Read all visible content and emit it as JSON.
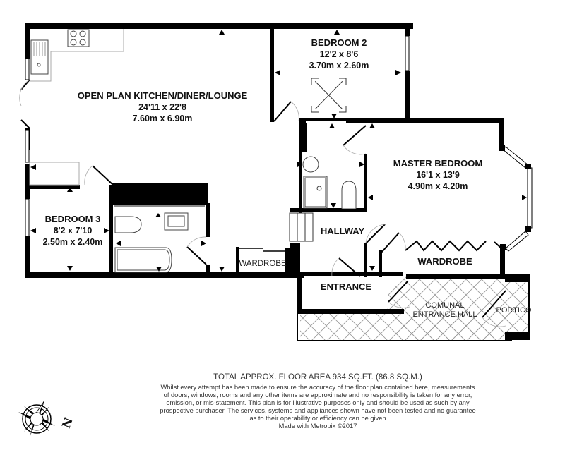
{
  "rooms": {
    "kitchen": {
      "name": "OPEN PLAN KITCHEN/DINER/LOUNGE",
      "dim_imperial": "24'11 x 22'8",
      "dim_metric": "7.60m x 6.90m"
    },
    "bedroom2": {
      "name": "BEDROOM 2",
      "dim_imperial": "12'2 x 8'6",
      "dim_metric": "3.70m x 2.60m"
    },
    "master": {
      "name": "MASTER BEDROOM",
      "dim_imperial": "16'1 x 13'9",
      "dim_metric": "4.90m x 4.20m"
    },
    "bedroom3": {
      "name": "BEDROOM 3",
      "dim_imperial": "8'2 x 7'10",
      "dim_metric": "2.50m x 2.40m"
    },
    "hallway": {
      "name": "HALLWAY"
    },
    "wardrobe_small": {
      "name": "WARDROBE"
    },
    "wardrobe_master": {
      "name": "WARDROBE"
    },
    "entrance": {
      "name": "ENTRANCE"
    },
    "communal": {
      "name_line1": "COMUNAL",
      "name_line2": "ENTRANCE HALL"
    },
    "portico": {
      "name": "PORTICO"
    }
  },
  "footer": {
    "total_area": "TOTAL APPROX. FLOOR AREA 934 SQ.FT. (86.8 SQ.M.)",
    "disclaimer_lines": [
      "Whilst every attempt has been made to ensure the accuracy of the floor plan contained here, measurements",
      "of doors, windows, rooms and any other items are approximate and no responsibility is taken for any error,",
      "omission, or mis-statement. This plan is for illustrative purposes only and should be used as such by any",
      "prospective purchaser. The services, systems and appliances shown have not been tested and no guarantee",
      "as to their operability or efficiency can be given"
    ],
    "credit": "Made with Metropix ©2017"
  },
  "compass": {
    "north_label": "N"
  },
  "colors": {
    "wall": "#000000",
    "fixture": "#555555",
    "hatch": "#888888",
    "background": "#ffffff"
  }
}
